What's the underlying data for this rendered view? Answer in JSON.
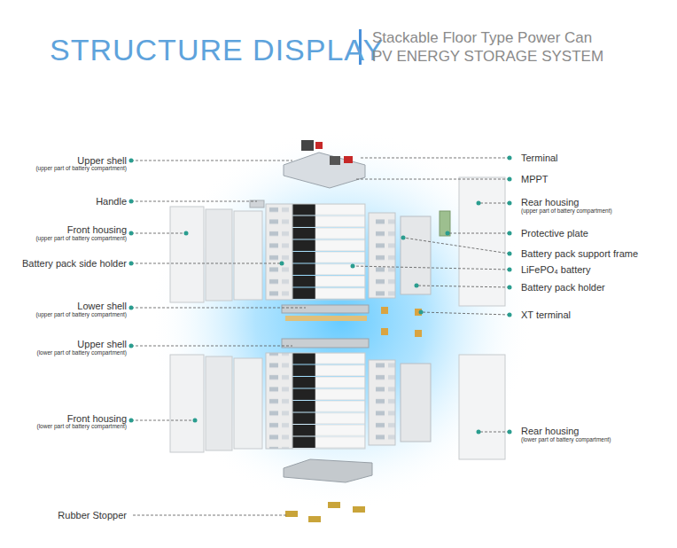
{
  "diagram": {
    "title": "STRUCTURE DISPLAY",
    "labels": [
      "Stackable Floor Type Power Can",
      "PV ENERGY STORAGE SYSTEM",
      "Terminal",
      "Upper shell",
      "(upper part of battery compartment)",
      "MPPT",
      "Handle",
      "Rear housing",
      "(upper part of battery compartment)",
      "Front housing",
      "(upper part of battery compartment)",
      "Protective plate",
      "Battery pack support frame",
      "Battery pack side holder",
      "LiFePO₄ battery",
      "Battery pack holder",
      "Lower shell",
      "(upper part of battery compartment)",
      "XT terminal",
      "Upper shell",
      "(lower part of battery compartment)",
      "Front housing",
      "(lower part of battery compartment)",
      "Rear housing",
      "(lower part of battery compartment)",
      "Rubber Stopper"
    ]
  }
}
